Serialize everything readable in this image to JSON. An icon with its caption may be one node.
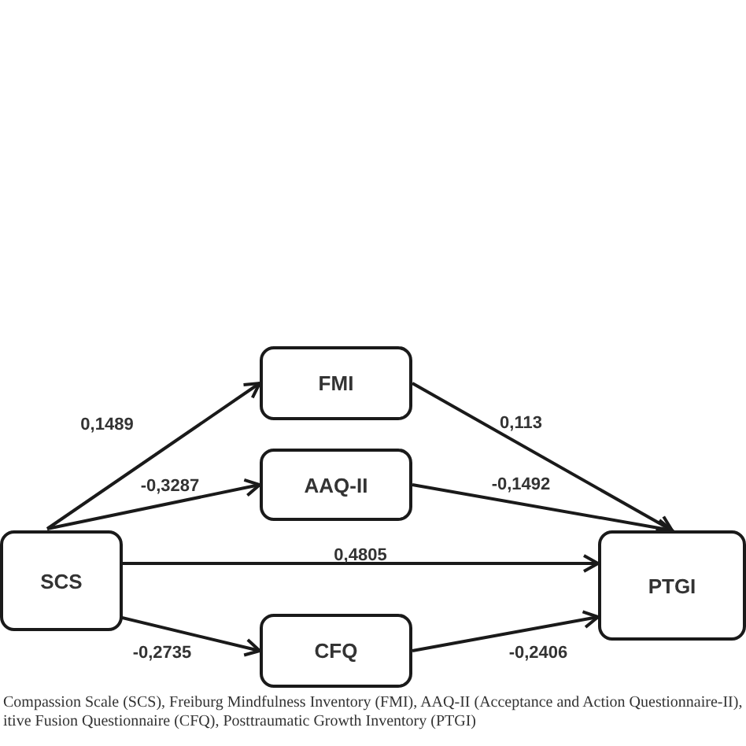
{
  "diagram": {
    "caption": "Compassion Scale (SCS), Freiburg Mindfulness Inventory (FMI), AAQ-II (Acceptance and Action Questionnaire-II), itive Fusion Questionnaire (CFQ), Posttraumatic Growth Inventory (PTGI)",
    "nodes": [
      {
        "text": [
          "SCS"
        ]
      },
      {
        "text": [
          "FMI"
        ]
      },
      {
        "text": [
          "AAQ-II"
        ]
      },
      {
        "text": [
          "CFQ"
        ]
      },
      {
        "text": [
          "PTGI"
        ]
      }
    ],
    "edges": [
      {
        "from": 0,
        "to": 1,
        "arrow": "to",
        "label": "0,1489"
      },
      {
        "from": 0,
        "to": 2,
        "arrow": "to",
        "label": "-0,3287"
      },
      {
        "from": 0,
        "to": 4,
        "arrow": "to",
        "label": "0,4805"
      },
      {
        "from": 0,
        "to": 3,
        "arrow": "to",
        "label": "-0,2735"
      },
      {
        "from": 1,
        "to": 4,
        "arrow": "to",
        "label": "0,113"
      },
      {
        "from": 2,
        "to": 4,
        "arrow": "to",
        "label": "-0,1492"
      },
      {
        "from": 3,
        "to": 4,
        "arrow": "to",
        "label": "-0,2406"
      }
    ]
  }
}
